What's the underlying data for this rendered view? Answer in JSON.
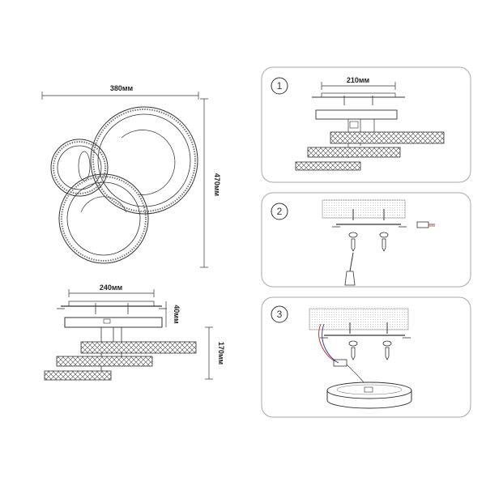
{
  "top_view": {
    "width_label": "380мм",
    "height_label": "470мм"
  },
  "side_view": {
    "width_label": "240мм",
    "base_height_label": "40мм",
    "total_height_label": "170мм"
  },
  "steps": [
    {
      "number": "1",
      "dim_label": "210мм"
    },
    {
      "number": "2"
    },
    {
      "number": "3"
    }
  ],
  "colors": {
    "line": "#333333",
    "panel_border": "#aaaaaa",
    "wire_red": "#c0392b",
    "wire_blue": "#2e4a9e",
    "ceiling_fill": "#f2f2f2"
  }
}
